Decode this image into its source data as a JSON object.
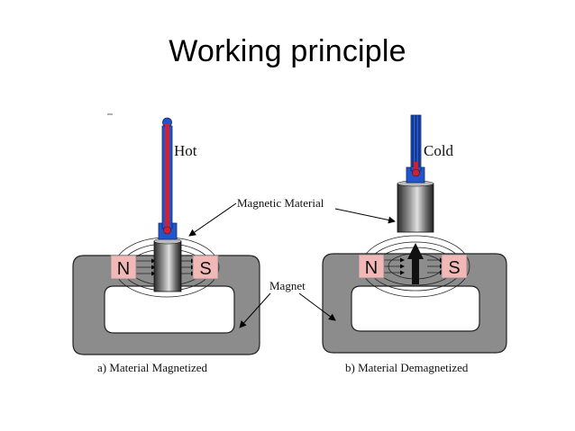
{
  "title": "Working principle",
  "labels": {
    "hot": "Hot",
    "cold": "Cold",
    "magnetic_material": "Magnetic Material",
    "magnet": "Magnet",
    "pole_n": "N",
    "pole_s": "S"
  },
  "captions": {
    "a": "a) Material Magnetized",
    "b": "b) Material Demagnetized"
  },
  "colors": {
    "magnet_body": "#8c8c8c",
    "pole_fill": "#f2b8b8",
    "thermometer_red": "#cc2233",
    "thermometer_blue": "#2255cc",
    "cylinder_dark": "#3a3a3a",
    "cylinder_light": "#d0d0d0"
  }
}
